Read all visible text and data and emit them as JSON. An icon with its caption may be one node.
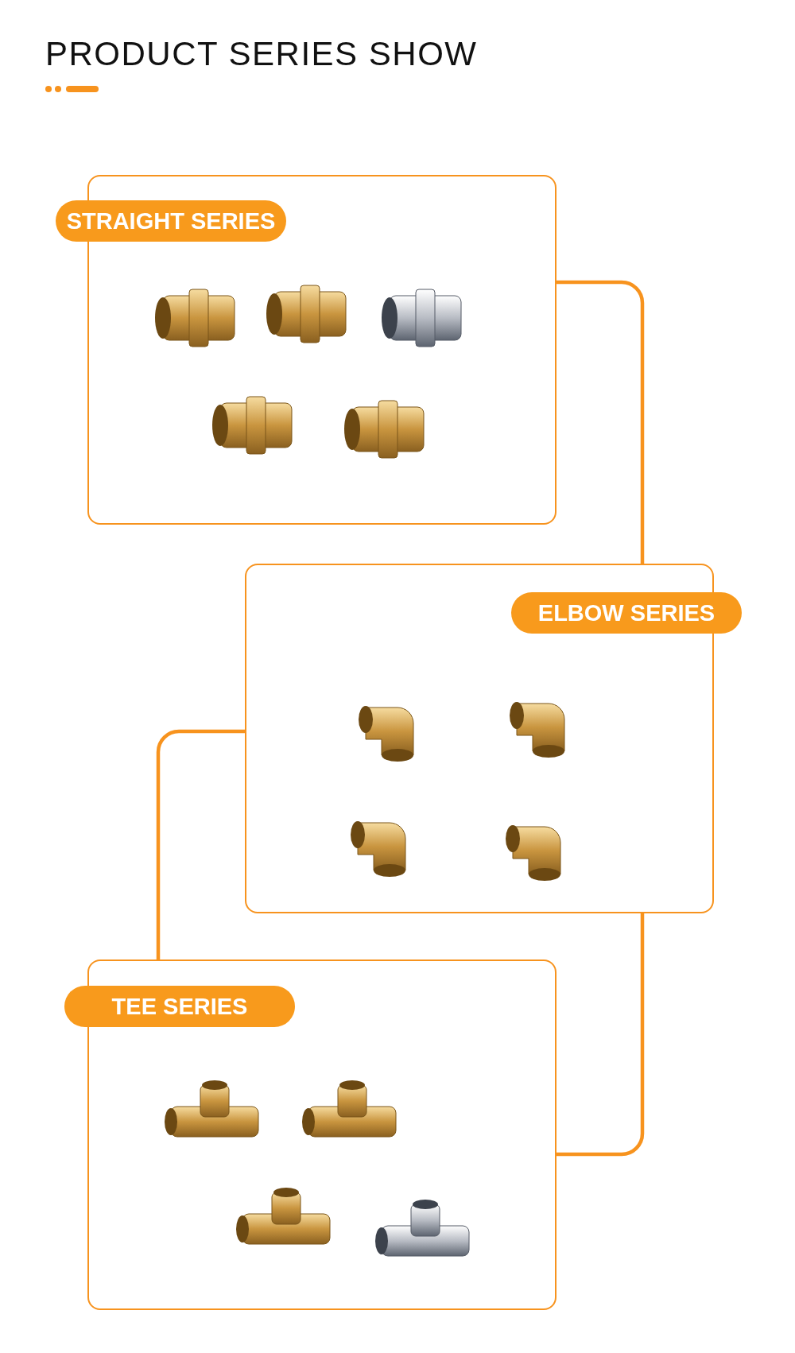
{
  "diagram": {
    "title": "PRODUCT SERIES SHOW",
    "nodes": [
      {
        "text": [
          "STRAIGHT SERIES"
        ]
      },
      {
        "text": [
          "ELBOW SERIES"
        ]
      },
      {
        "text": [
          "TEE SERIES"
        ]
      }
    ],
    "edges": [
      {
        "from": 0,
        "to": 1,
        "arrow": "none"
      },
      {
        "from": 1,
        "to": 2,
        "arrow": "none"
      },
      {
        "from": 1,
        "to": 2,
        "arrow": "none"
      }
    ]
  }
}
